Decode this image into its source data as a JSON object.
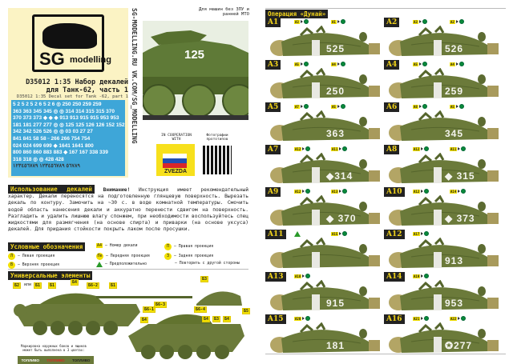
{
  "brand": {
    "logo_text": "SG",
    "logo_sub": "modelling",
    "monogram": "SG"
  },
  "title": {
    "ru": "D35012 1:35 Набор декалей для Танк-62, часть 1",
    "en": "D35012 1:35 Decal set for Tank -62, part 1"
  },
  "sheet_rows": [
    "5 2 5 2 5 2 6 5 2 6 ◎ 250 250 259 259",
    "363 363 345 345 ◎ ◎ 314 314 315 315 370",
    "370 373 373 ◆ ◆ ◆ 913 913 915 915 953 953",
    "181 181 277 277 ◎ ◎ 125 125 126 126 152 152",
    "342 342 526 526 ◎ ◎ 03 03 27 27",
    "841 841 58 58 ▫ 266 266 754 754",
    "024 024 699 699 ◆ 1641 1641 800",
    "800 860 860 883 883 ◆ 167 167 338 339",
    "318 318 ◎ ◎ 428 428",
    "٥٦٧٨٩ ١٢٣٤٥٦٧٨٩ ١٢٣٤٥٦٧٨٩"
  ],
  "links": {
    "site": "SG-MODELLING.RU",
    "vk": "VK.COM/SG_MODELLING"
  },
  "photo": {
    "note": "Для машин без ЗПУ и ранней МТО",
    "hull_number": "125"
  },
  "cooperation": {
    "label": "IN COOPERATION WITH",
    "partner": "ZVEZDA"
  },
  "qr": {
    "label": "Фотографии прототипов"
  },
  "instructions": {
    "heading": "Использование декалей",
    "warning": "Внимание!",
    "text": "Инструкция имеет рекомендательный характер. Декали переносятся на подготовленную глянцевую поверхность. Вырезать декаль по контуру. Замочить на ~30 с. в воде комнатной температуры. Смочить водой область нанесения декали и аккуратно перенести сдвигом на поверхность. Разгладить и удалить лишнюю влагу спонжем, при необходимости воспользуйтесь спец жидкостями для размягчения (на основе спирта) и приварки (на основе уксуса) декалей. Для придания стойкости покрыть лаком после просушки."
  },
  "legend": {
    "heading": "Условные обозначения",
    "items": [
      {
        "sym": "A4",
        "text": "– Номер декали"
      },
      {
        "sym": "П",
        "text": "– Правая проекция"
      },
      {
        "sym": "Л",
        "text": "– Левая проекция"
      },
      {
        "sym": "Пе",
        "text": "– Передняя проекция"
      },
      {
        "sym": "З",
        "text": "– Задняя проекция"
      },
      {
        "sym": "В",
        "text": "– Верхняя проекция"
      },
      {
        "sym": "▲",
        "text": "– Предположительно"
      },
      {
        "sym": "",
        "text": "– Повторить с другой стороны"
      }
    ]
  },
  "universal": {
    "heading": "Универсальные элементы",
    "tags": [
      "Б2",
      "или",
      "Б1",
      "Б1",
      "Б4",
      "Б6-2",
      "Б1",
      "Б3",
      "Б6-1",
      "Б6-3",
      "Б6-4",
      "Б4",
      "Б4",
      "Б3",
      "Б4",
      "Б5"
    ],
    "marking_note": "Маркировка наружных баков и ящиков может быть выполнена в 3 цветах:",
    "plates": [
      "ТОПЛИВО",
      "ТОПЛИВО",
      "ТОПЛИВО"
    ]
  },
  "operation": {
    "heading": "Операция «Дунай»",
    "cards": [
      {
        "id": "A1",
        "number": "525",
        "stripe": true,
        "tags": [
          "A3",
          "A1"
        ]
      },
      {
        "id": "A2",
        "number": "526",
        "stripe": true,
        "tags": [
          "A3",
          "A2"
        ]
      },
      {
        "id": "A3",
        "number": "250",
        "stripe": true,
        "tags": [
          "A5",
          "A4"
        ]
      },
      {
        "id": "A4",
        "number": "259",
        "stripe": true,
        "tags": [
          "A5",
          "A4"
        ]
      },
      {
        "id": "A5",
        "number": "363",
        "stripe": false,
        "tags": [
          "A7",
          "A5"
        ]
      },
      {
        "id": "A6",
        "number": "345",
        "stripe": false,
        "tags": [
          "A8",
          "A5"
        ]
      },
      {
        "id": "A7",
        "number": "◆314",
        "stripe": true,
        "tags": [
          "A12",
          "A11"
        ]
      },
      {
        "id": "A8",
        "number": "◆ 315",
        "stripe": true,
        "tags": [
          "A12",
          "A11"
        ]
      },
      {
        "id": "A9",
        "number": "◆ 370",
        "stripe": true,
        "tags": [
          "A12",
          "A13"
        ]
      },
      {
        "id": "A10",
        "number": "◆ 373",
        "stripe": true,
        "tags": [
          "A12",
          "A14"
        ]
      },
      {
        "id": "A11",
        "number": "",
        "stripe": true,
        "tags": [
          "▲",
          "A15"
        ]
      },
      {
        "id": "A12",
        "number": "913",
        "stripe": true,
        "tags": [
          "A17"
        ]
      },
      {
        "id": "A13",
        "number": "915",
        "stripe": true,
        "tags": [
          "A18"
        ]
      },
      {
        "id": "A14",
        "number": "953",
        "stripe": true,
        "tags": [
          "A19"
        ]
      },
      {
        "id": "A15",
        "number": "181",
        "stripe": false,
        "tags": [
          "A20"
        ]
      },
      {
        "id": "A16",
        "number": "✪277",
        "stripe": true,
        "tags": [
          "A21",
          "A22"
        ]
      }
    ]
  },
  "colors": {
    "olive": "#6b7a3a",
    "accent": "#f2e000",
    "header_bg": "#222222",
    "sheet_blue": "#3ea6d8",
    "cream": "#fbf3c4"
  }
}
